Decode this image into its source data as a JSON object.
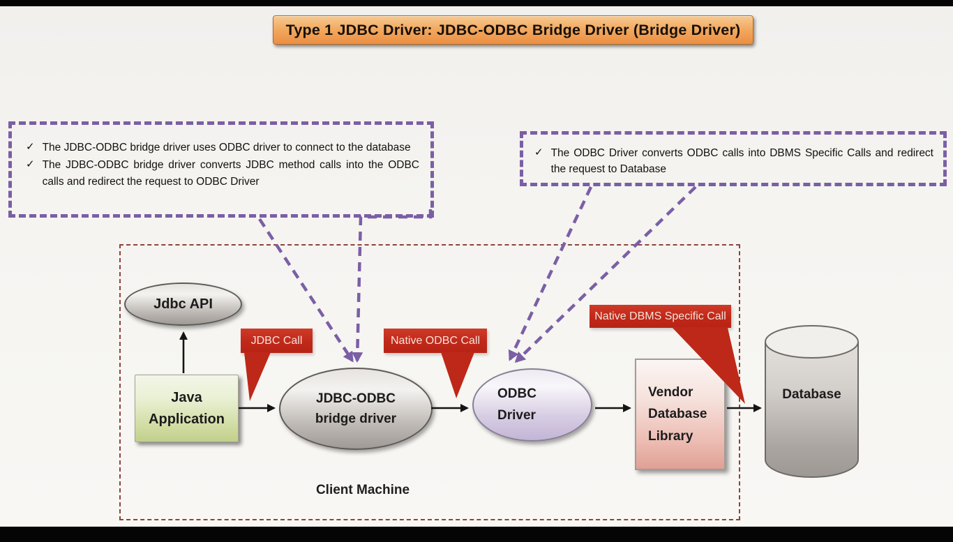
{
  "banner": {
    "title": "Type 1 JDBC Driver: JDBC-ODBC Bridge Driver (Bridge Driver)",
    "bg_top": "#f7c992",
    "bg_bottom": "#ec8e43",
    "border_color": "#b06a28"
  },
  "notes": {
    "bullet": "✓",
    "border_color": "#7b5fa5",
    "left": {
      "items": [
        "The JDBC-ODBC bridge driver uses ODBC driver to connect to the database",
        "The JDBC-ODBC bridge driver converts JDBC method calls into the ODBC calls and redirect the request to ODBC Driver"
      ]
    },
    "right": {
      "items": [
        "The ODBC Driver converts ODBC calls into DBMS Specific Calls and redirect the request to Database"
      ]
    }
  },
  "diagram": {
    "container_label": "Client Machine",
    "container_border_color": "#8d4339",
    "connector_color": "#7b5fa5",
    "arrow_color": "#141414",
    "nodes": {
      "jdbc_api": {
        "label": "Jdbc API",
        "shape": "ellipse"
      },
      "java_application": {
        "label": "Java\nApplication",
        "shape": "rectangle"
      },
      "bridge_driver": {
        "label": "JDBC-ODBC\nbridge driver",
        "shape": "ellipse"
      },
      "odbc_driver": {
        "label": "ODBC\nDriver",
        "shape": "ellipse"
      },
      "vendor_library": {
        "label": "Vendor\nDatabase\nLibrary",
        "shape": "rectangle"
      },
      "database": {
        "label": "Database",
        "shape": "cylinder"
      }
    },
    "callouts": {
      "jdbc_call": {
        "label": "JDBC Call",
        "bg": "#c02819"
      },
      "native_odbc_call": {
        "label": "Native ODBC Call",
        "bg": "#c02819"
      },
      "native_dbms_call": {
        "label": "Native DBMS Specific Call",
        "bg": "#c02819"
      }
    }
  }
}
